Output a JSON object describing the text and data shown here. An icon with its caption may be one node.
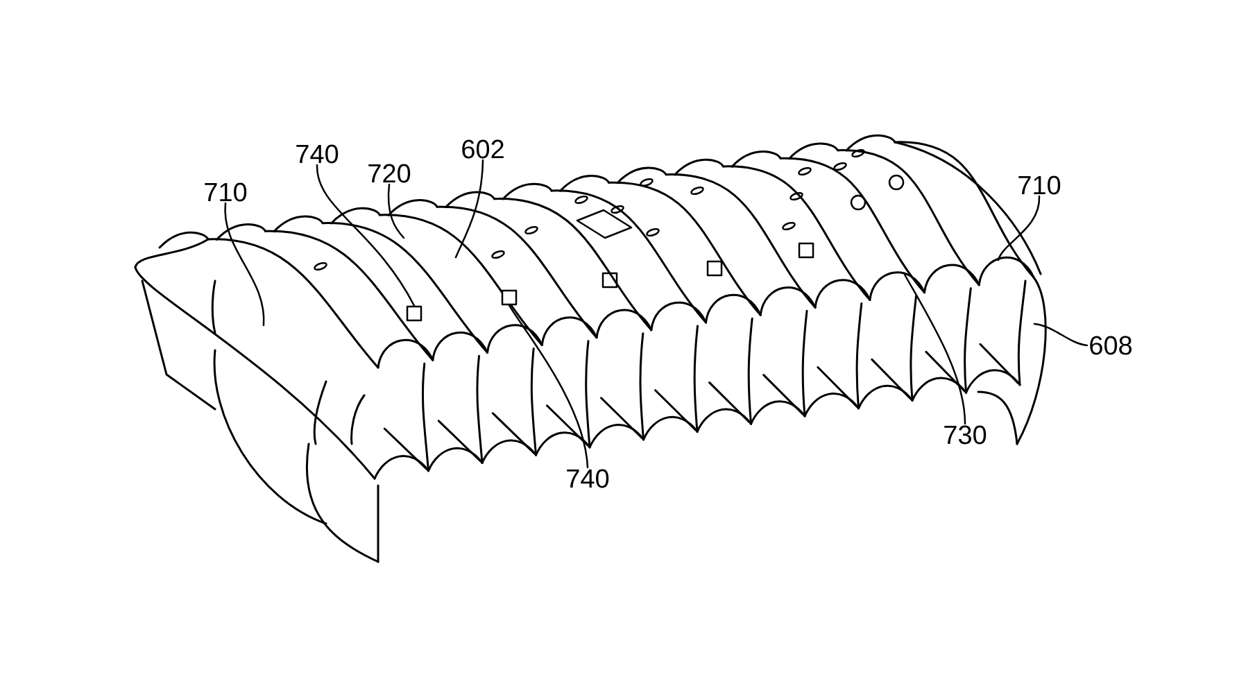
{
  "diagram": {
    "nodes": [
      {
        "text": [
          "710"
        ]
      },
      {
        "text": [
          "740"
        ]
      },
      {
        "text": [
          "720"
        ]
      },
      {
        "text": [
          "602"
        ]
      },
      {
        "text": [],
        "shape": "box"
      },
      {
        "text": [],
        "shape": "box"
      },
      {
        "text": [
          "740"
        ]
      },
      {
        "text": [
          "710"
        ]
      },
      {
        "text": [
          "608"
        ]
      },
      {
        "text": [
          "730"
        ]
      }
    ],
    "edges": [
      {
        "from": 0,
        "to": null,
        "arrow": "none"
      },
      {
        "from": 1,
        "to": 4,
        "arrow": "none"
      },
      {
        "from": 2,
        "to": null,
        "arrow": "none"
      },
      {
        "from": 3,
        "to": null,
        "arrow": "none"
      },
      {
        "from": 6,
        "to": 5,
        "arrow": "none"
      },
      {
        "from": 7,
        "to": null,
        "arrow": "none"
      },
      {
        "from": 8,
        "to": null,
        "arrow": "none"
      },
      {
        "from": 9,
        "to": null,
        "arrow": "none"
      }
    ]
  }
}
